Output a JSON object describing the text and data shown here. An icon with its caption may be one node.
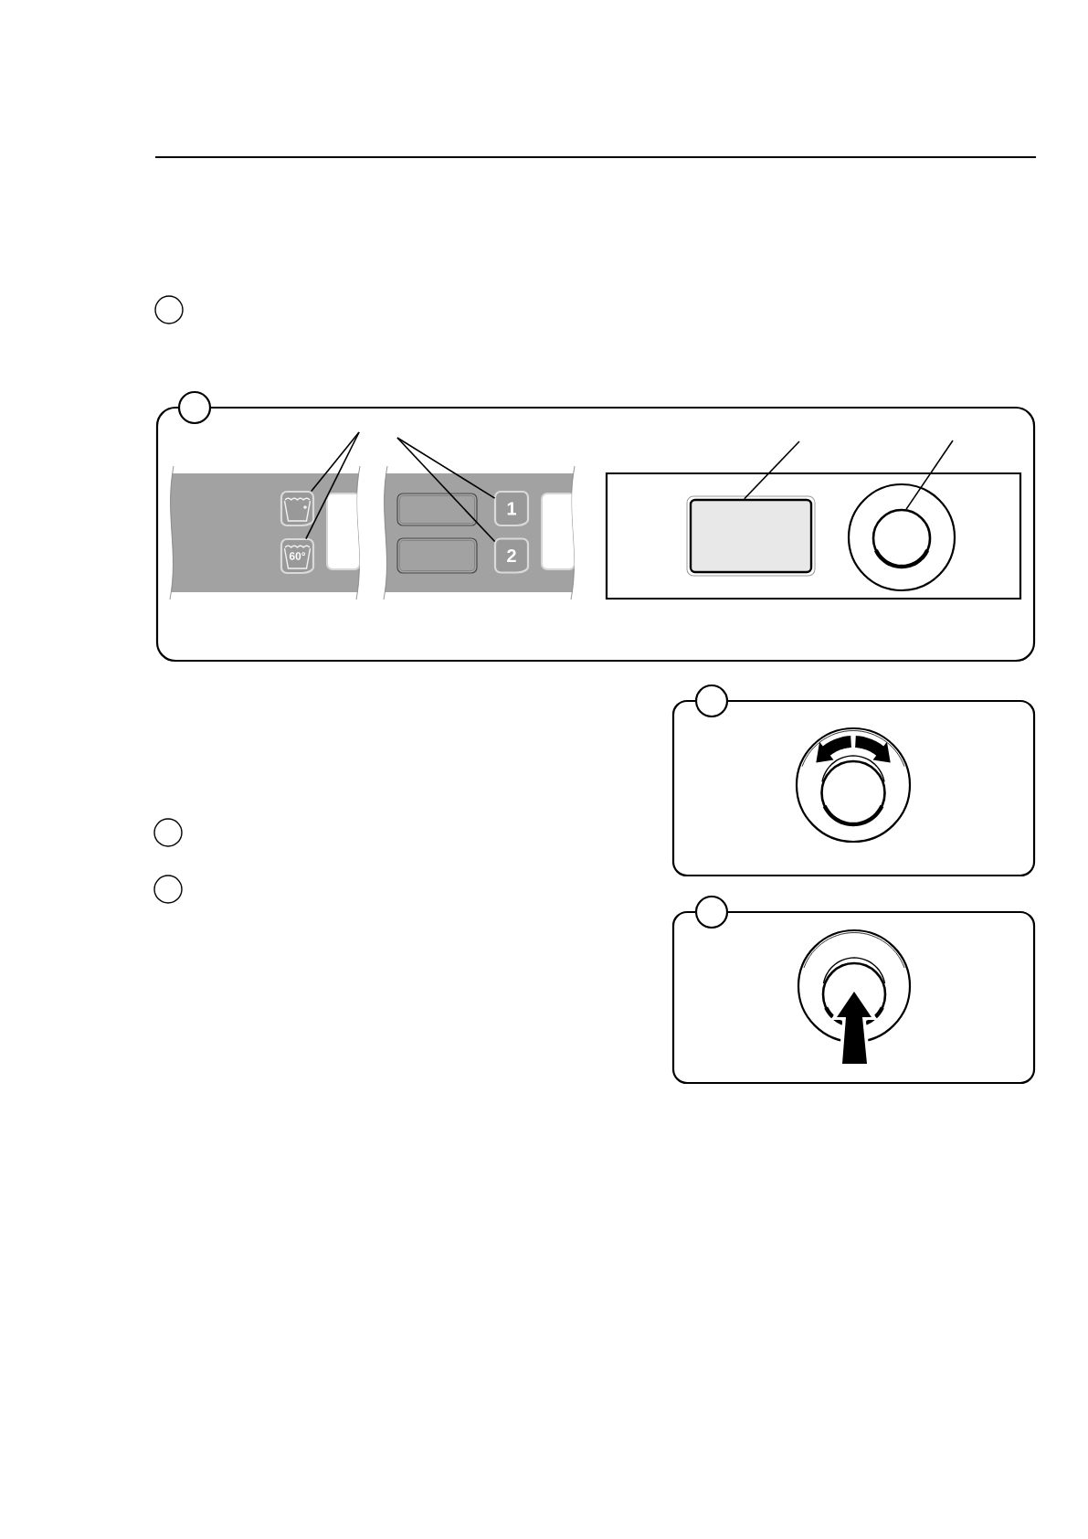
{
  "diagram": {
    "nodes": [
      {
        "text": [],
        "shape": "picture"
      },
      {
        "text": [
          "60°"
        ]
      },
      {
        "text": [
          "1"
        ]
      },
      {
        "text": [
          "2"
        ]
      },
      {
        "text": [],
        "shape": "box"
      },
      {
        "text": [],
        "shape": "circle"
      },
      {
        "text": [],
        "shape": "circle"
      },
      {
        "text": [],
        "shape": "circle"
      }
    ],
    "edges": [
      {
        "from": null,
        "to": 0,
        "arrow": "none"
      },
      {
        "from": null,
        "to": 1,
        "arrow": "none"
      },
      {
        "from": null,
        "to": 2,
        "arrow": "none"
      },
      {
        "from": null,
        "to": 3,
        "arrow": "none"
      },
      {
        "from": null,
        "to": 4,
        "arrow": "none"
      },
      {
        "from": null,
        "to": 5,
        "arrow": "none"
      }
    ]
  }
}
